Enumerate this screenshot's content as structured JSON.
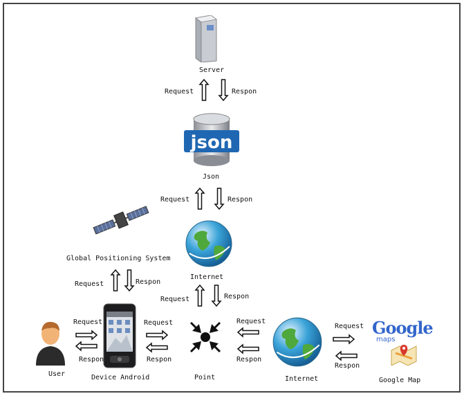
{
  "nodes": {
    "server": "Server",
    "json_logo_text": "json",
    "json": "Json",
    "gps": "Global Positioning System",
    "internet_top": "Internet",
    "internet_right": "Internet",
    "user": "User",
    "device": "Device Android",
    "point": "Point",
    "google_map": "Google Map",
    "google_logo": "Google",
    "google_maps_sub": "maps"
  },
  "arrows": {
    "server_req": "Request",
    "server_res": "Respon",
    "json_req": "Request",
    "json_res": "Respon",
    "gps_req": "Request",
    "gps_res": "Respon",
    "inet_req": "Request",
    "inet_res": "Respon",
    "user_req": "Request",
    "user_res": "Respon",
    "device_req": "Request",
    "device_res": "Respon",
    "point_req": "Request",
    "point_res": "Respon",
    "gmap_req": "Request",
    "gmap_res": "Respon"
  }
}
